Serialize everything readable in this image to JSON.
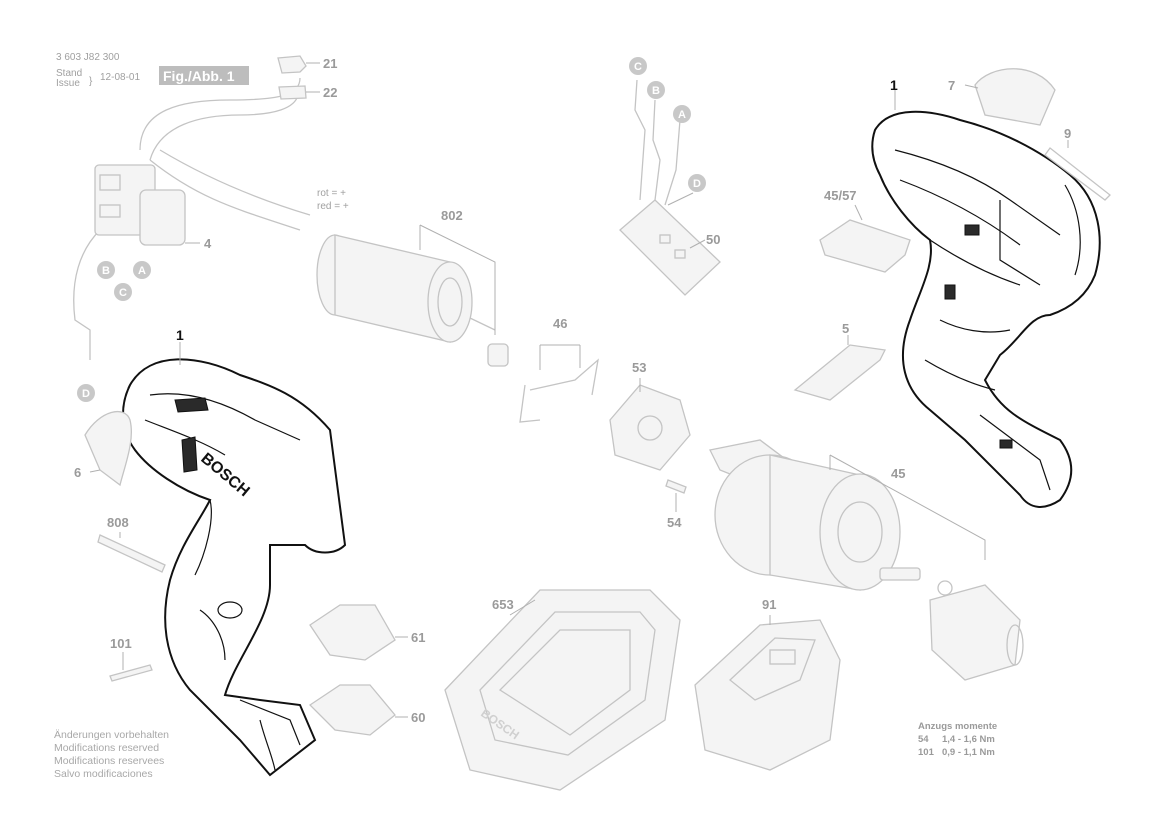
{
  "header": {
    "part_number": "3 603 J82 300",
    "stand_label": "Stand",
    "issue_label": "Issue",
    "date": "12-08-01",
    "figure_label": "Fig./Abb. 1"
  },
  "wire_note": {
    "rot": "rot = +",
    "red": "red = +"
  },
  "connectors": [
    "A",
    "B",
    "C",
    "D"
  ],
  "part_labels": {
    "p1a": "1",
    "p1b": "1",
    "p4": "4",
    "p5": "5",
    "p6": "6",
    "p7": "7",
    "p9": "9",
    "p21": "21",
    "p22": "22",
    "p45": "45",
    "p4557": "45/57",
    "p46": "46",
    "p50": "50",
    "p53": "53",
    "p54": "54",
    "p60": "60",
    "p61": "61",
    "p91": "91",
    "p101": "101",
    "p653": "653",
    "p802": "802",
    "p808": "808"
  },
  "housing_brand": "BOSCH",
  "notes": [
    "Änderungen vorbehalten",
    "Modifications reserved",
    "Modifications reservees",
    "Salvo modificaciones"
  ],
  "torque": {
    "title": "Anzugs momente",
    "rows": [
      {
        "part": "54",
        "value": "1,4 - 1,6 Nm"
      },
      {
        "part": "101",
        "value": "0,9 - 1,1 Nm"
      }
    ]
  }
}
